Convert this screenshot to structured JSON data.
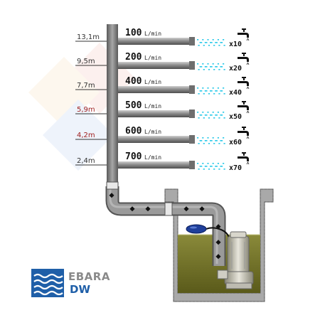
{
  "outlets": [
    {
      "level": "13,1m",
      "level_color": "#333333",
      "flow": "100",
      "unit": "L/min",
      "multiplier": "x10"
    },
    {
      "level": "9,5m",
      "level_color": "#333333",
      "flow": "200",
      "unit": "L/min",
      "multiplier": "x20"
    },
    {
      "level": "7,7m",
      "level_color": "#333333",
      "flow": "400",
      "unit": "L/min",
      "multiplier": "x40"
    },
    {
      "level": "5,9m",
      "level_color": "#a02020",
      "flow": "500",
      "unit": "L/min",
      "multiplier": "x50"
    },
    {
      "level": "4,2m",
      "level_color": "#a02020",
      "flow": "600",
      "unit": "L/min",
      "multiplier": "x60"
    },
    {
      "level": "2,4m",
      "level_color": "#333333",
      "flow": "700",
      "unit": "L/min",
      "multiplier": "x70"
    }
  ],
  "logo": {
    "brand": "EBARA",
    "model": "DW"
  },
  "colors": {
    "pipe": "#8a8a8a",
    "pipe_dark": "#5a5a5a",
    "water_spray": "#29c9e8",
    "sump_water": "#6b6a1e",
    "concrete": "#a9a9a9",
    "brand_blue": "#1f5fa8",
    "brand_gray": "#8a8a8a"
  },
  "icons": [
    "faucet-icon",
    "pump-icon",
    "float-switch-icon",
    "ebara-logo-icon"
  ]
}
